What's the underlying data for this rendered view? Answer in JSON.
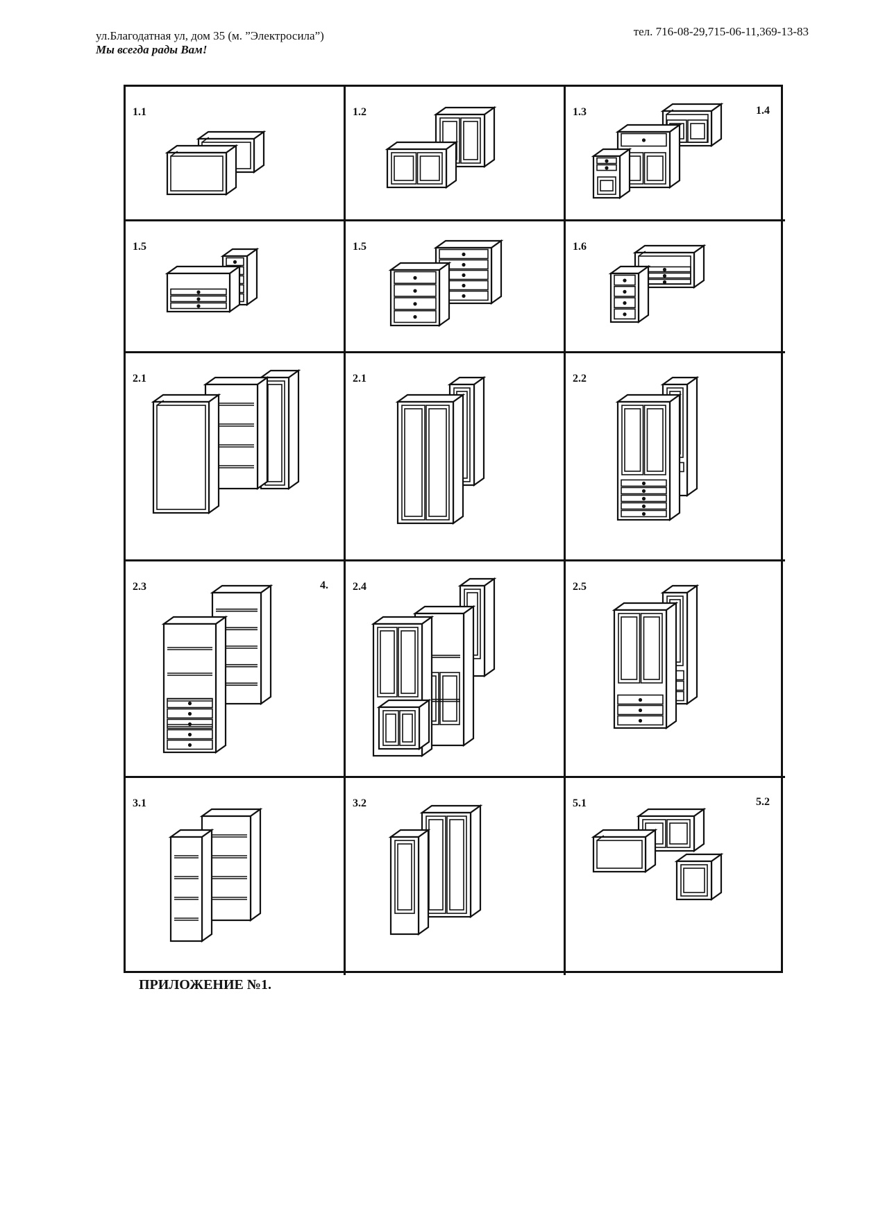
{
  "header": {
    "address": "ул.Благодатная ул, дом 35 (м. ”Электросила”)",
    "slogan": "Мы всегда рады Вам!",
    "phones": "тел. 716-08-29,715-06-11,369-13-83"
  },
  "cells": [
    {
      "label": "1.1",
      "label2": ""
    },
    {
      "label": "1.2",
      "label2": ""
    },
    {
      "label": "1.3",
      "label2": "1.4"
    },
    {
      "label": "1.5",
      "label2": ""
    },
    {
      "label": "1.5",
      "label2": ""
    },
    {
      "label": "1.6",
      "label2": ""
    },
    {
      "label": "2.1",
      "label2": ""
    },
    {
      "label": "2.1",
      "label2": ""
    },
    {
      "label": "2.2",
      "label2": ""
    },
    {
      "label": "2.3",
      "label2": "4."
    },
    {
      "label": "2.4",
      "label2": ""
    },
    {
      "label": "2.5",
      "label2": ""
    },
    {
      "label": "3.1",
      "label2": ""
    },
    {
      "label": "3.2",
      "label2": ""
    },
    {
      "label": "5.1",
      "label2": "5.2"
    }
  ],
  "footer": {
    "appendix": "ПРИЛОЖЕНИЕ №1."
  }
}
